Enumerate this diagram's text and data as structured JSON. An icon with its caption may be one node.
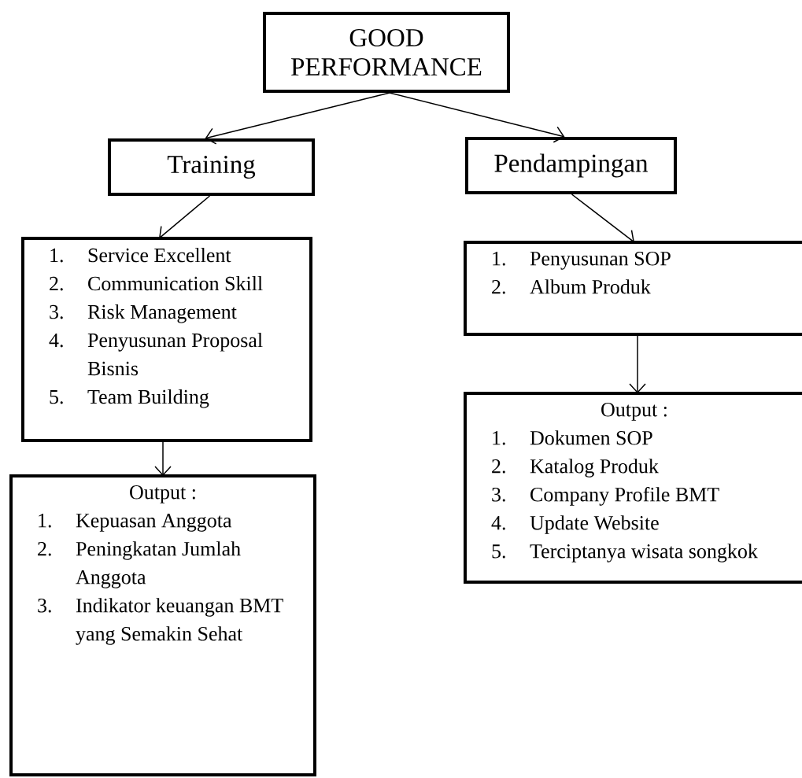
{
  "diagram": {
    "nodes": [
      {
        "text": [
          "GOOD PERFORMANCE"
        ]
      },
      {
        "text": [
          "Training"
        ]
      },
      {
        "text": [
          "Pendampingan"
        ]
      },
      {
        "text": [
          "1.",
          "Service Excellent",
          "2.",
          "Communication Skill",
          "3.",
          "Risk Management",
          "4.",
          "Penyusunan Proposal Bisnis",
          "5.",
          "Team Building"
        ]
      },
      {
        "text": [
          "Output :",
          "1.",
          "Kepuasan Anggota",
          "2.",
          "Peningkatan Jumlah Anggota",
          "3.",
          "Indikator keuangan BMT yang Semakin Sehat"
        ]
      },
      {
        "text": [
          "1.",
          "Penyusunan SOP",
          "2.",
          "Album Produk"
        ]
      },
      {
        "text": [
          "Output :",
          "1.",
          "Dokumen SOP",
          "2.",
          "Katalog Produk",
          "3.",
          "Company Profile BMT",
          "4.",
          "Update Website",
          "5.",
          "Terciptanya wisata songkok"
        ]
      }
    ],
    "edges": [
      {
        "from": 0,
        "to": 1,
        "arrow": "to"
      },
      {
        "from": 0,
        "to": 2,
        "arrow": "to"
      },
      {
        "from": 1,
        "to": 3,
        "arrow": "to"
      },
      {
        "from": 2,
        "to": 5,
        "arrow": "to"
      },
      {
        "from": 3,
        "to": 4,
        "arrow": "to"
      },
      {
        "from": 5,
        "to": 6,
        "arrow": "to"
      }
    ]
  }
}
